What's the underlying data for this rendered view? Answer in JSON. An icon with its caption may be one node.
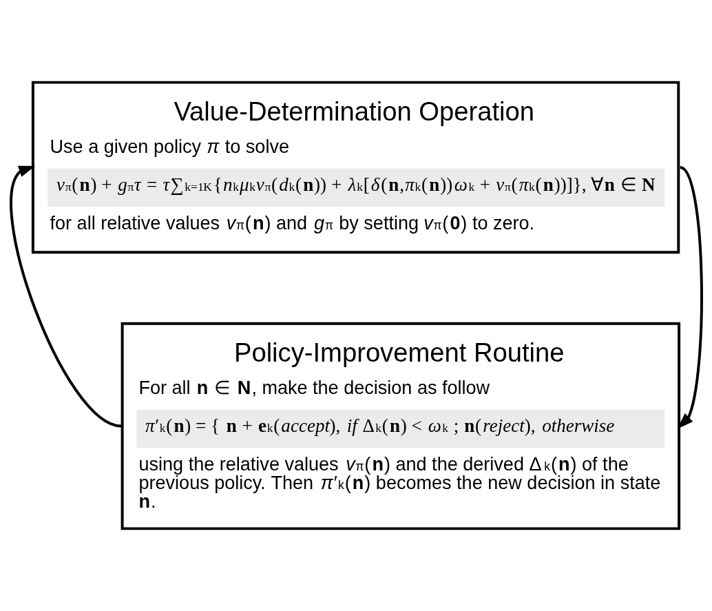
{
  "diagram": {
    "nodes": [
      {
        "text": [
          "Value-Determination Operation",
          "Use a given policy *π* to solve",
          "*v*$_{π}$(**n**) + *g*$_{π}$*τ* = *τ*∑$_{k=1}$$^{K}${*n*$_{k}$*μ*$_{k}$*v*$_{π}$(*d*$_{k}$(**n**)) + *λ*$_{k}$[*δ*(**n**,*π*$_{k}$(**n**))*ω*$_{k}$ + *v*$_{π}$(*π*$_{k}$(**n**))]}, ∀**n** ∈ **N**",
          "for all relative values *v*$_{π}$(**n**) and *g*$_{π}$ by setting *v*$_{π}$(**0**) to zero."
        ]
      },
      {
        "text": [
          "Policy-Improvement Routine",
          "For all **n** ∈ **N**, make the decision as follow",
          "*π*′$_{k}$(**n**) = { **n** + **e**$_{k}$(*accept*), *if* Δ$_{k}$(**n**) < *ω*$_{k}$ ; **n**(*reject*), *otherwise*",
          "using the relative values *v*$_{π}$(**n**) and the derived Δ$_{k}$(**n**) of the previous policy. Then *π*′$_{k}$(**n**) becomes the new decision in state **n**."
        ]
      }
    ],
    "edges": [
      {
        "from": 0,
        "to": 1,
        "arrow": "to"
      },
      {
        "from": 1,
        "to": 0,
        "arrow": "to"
      }
    ]
  }
}
